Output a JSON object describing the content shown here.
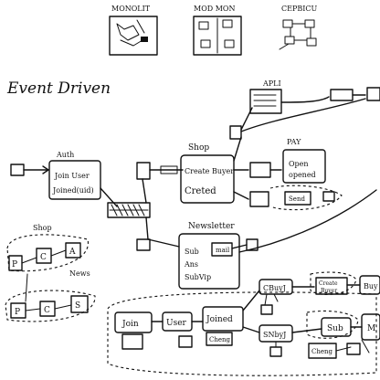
{
  "thumbnails": [
    {
      "label": "MONOLIT"
    },
    {
      "label": "MOD MON"
    },
    {
      "label": "CEPBICU"
    }
  ],
  "section_title": "Event Driven",
  "auth": {
    "header": "Auth",
    "line1": "Join User",
    "line2": "Joined(uid)"
  },
  "shop": {
    "header": "Shop",
    "line1": "Create Buyer",
    "line2": "Creted"
  },
  "apli": {
    "label": "APLI"
  },
  "pay": {
    "header": "PAY",
    "line1": "Open",
    "line2": "opened"
  },
  "send": {
    "label": "Send"
  },
  "newsletter": {
    "header": "Newsletter",
    "line1": "Sub",
    "line2": "Ans",
    "line3": "SubVip",
    "mail": "mail"
  },
  "shop_group": {
    "label": "Shop",
    "items": [
      "P",
      "C",
      "A"
    ]
  },
  "news_group": {
    "label": "News",
    "items": [
      "P",
      "C",
      "S"
    ]
  },
  "bottom_flow": {
    "join": "Join",
    "user": "User",
    "joined": "Joined",
    "cheng": "Cheng",
    "cbuy": "CBuyJ",
    "create": "Create",
    "buyer": "Buyer",
    "buy_end": "Buy",
    "sub_by": "SNbyJ",
    "sub": "Sub",
    "sub_end": "M",
    "cheng2": "Cheng"
  }
}
